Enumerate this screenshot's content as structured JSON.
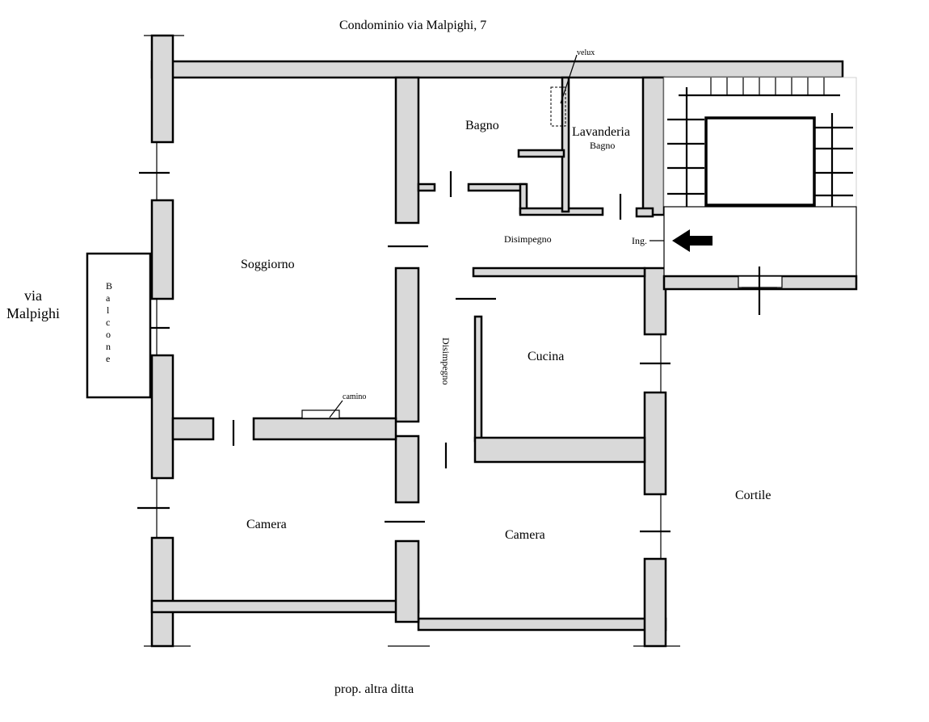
{
  "labels": {
    "building": "Condominio via Malpighi, 7",
    "velux": "velux",
    "bagno": "Bagno",
    "lavanderia": "Lavanderia",
    "lavanderia_sub": "Bagno",
    "disimpegno_top": "Disimpegno",
    "ingresso": "Ing.",
    "soggiorno": "Soggiorno",
    "street": [
      "via",
      "Malpighi"
    ],
    "balcone_letters": [
      "B",
      "a",
      "l",
      "c",
      "o",
      "n",
      "e"
    ],
    "disimpegno_vertical": "Disimpegno",
    "cucina": "Cucina",
    "camino": "camino",
    "camera_left": "Camera",
    "camera_right": "Camera",
    "cortile": "Cortile",
    "neighbor": "prop. altra ditta"
  },
  "colors": {
    "wall_fill": "#d9d9d9",
    "wall_stroke": "#000000",
    "background": "#ffffff"
  },
  "icons": {
    "entrance": "arrow-left-icon",
    "stairwell": "staircase-icon"
  }
}
